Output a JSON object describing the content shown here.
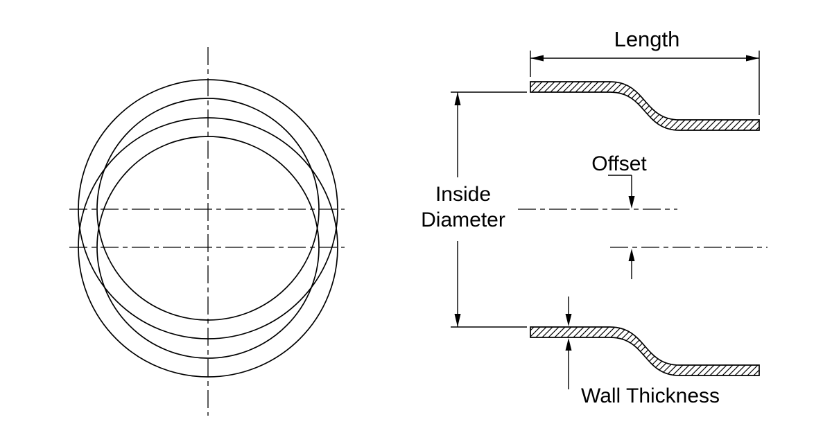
{
  "drawing": {
    "description": "Engineering dimension diagram of an offset hose coupler: front view (concentric offset circles) and side cross-section view with hatched walls",
    "views": {
      "front_view": "offset concentric circles with centerlines",
      "side_view": "cross-section with hatched top and bottom walls stepping down left to right"
    }
  },
  "labels": {
    "length": "Length",
    "inside_diameter_line1": "Inside",
    "inside_diameter_line2": "Diameter",
    "offset": "Offset",
    "wall_thickness": "Wall Thickness"
  },
  "colors": {
    "line": "#000000",
    "background": "#ffffff"
  }
}
